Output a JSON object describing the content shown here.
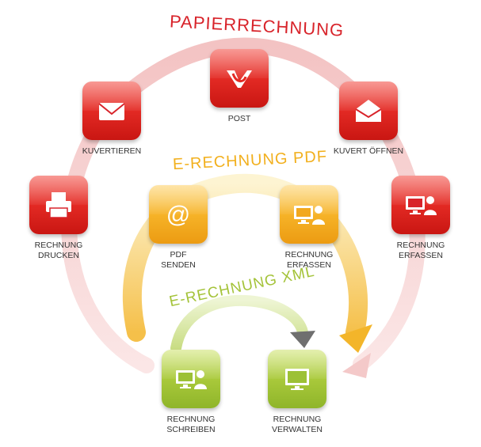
{
  "titles": {
    "paper": "PAPIERRECHNUNG",
    "pdf": "E-RECHNUNG PDF",
    "xml": "E-RECHNUNG XML"
  },
  "colors": {
    "paper": "#d8232a",
    "pdf": "#f2b01e",
    "xml": "#a4c339"
  },
  "nodes": {
    "post": {
      "line1": "POST",
      "icon": "post-logo-icon"
    },
    "kuvertieren": {
      "line1": "KUVERTIEREN",
      "icon": "envelope-icon"
    },
    "kuvert_oeffnen": {
      "line1": "KUVERT ÖFFNEN",
      "icon": "open-envelope-icon"
    },
    "rechnung_drucken": {
      "line1": "RECHNUNG",
      "line2": "DRUCKEN",
      "icon": "printer-icon"
    },
    "rechnung_erfassen_paper": {
      "line1": "RECHNUNG",
      "line2": "ERFASSEN",
      "icon": "computer-user-icon"
    },
    "pdf_senden": {
      "line1": "PDF",
      "line2": "SENDEN",
      "icon": "at-sign-icon"
    },
    "rechnung_erfassen_pdf": {
      "line1": "RECHNUNG",
      "line2": "ERFASSEN",
      "icon": "computer-user-icon"
    },
    "rechnung_schreiben": {
      "line1": "RECHNUNG",
      "line2": "SCHREIBEN",
      "icon": "computer-user-icon"
    },
    "rechnung_verwalten": {
      "line1": "RECHNUNG",
      "line2": "VERWALTEN",
      "icon": "monitor-icon"
    }
  }
}
